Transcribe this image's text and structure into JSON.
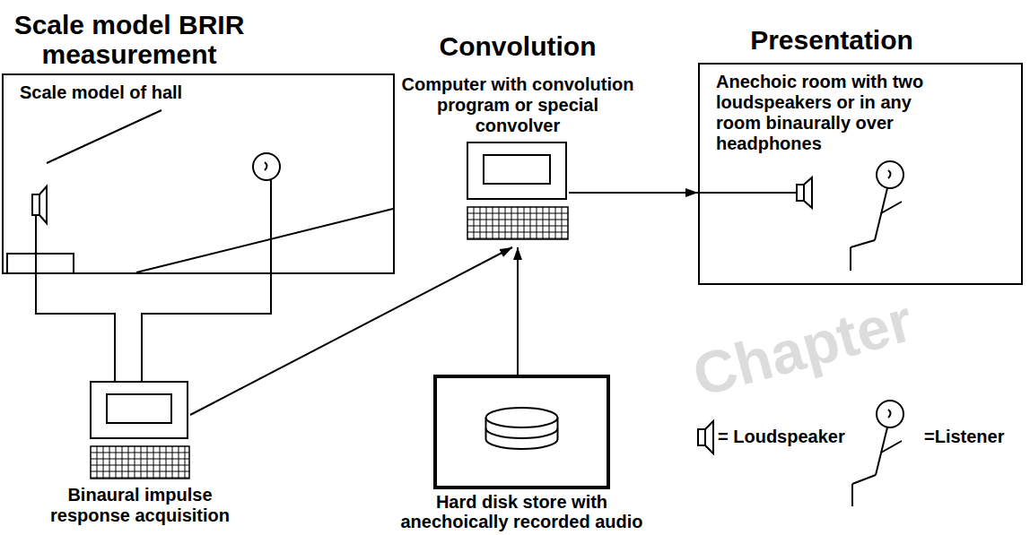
{
  "diagram": {
    "nodes": [
      {
        "text": [
          "Scale model BRIR measurement",
          "Scale model of hall"
        ]
      },
      {
        "text": [
          "Binaural impulse response acquisition"
        ]
      },
      {
        "text": [
          "Convolution",
          "Computer with convolution program or special convolver"
        ]
      },
      {
        "text": [
          "Hard disk store with anechoically recorded audio"
        ]
      },
      {
        "text": [
          "Presentation",
          "Anechoic room with two loudspeakers or in any room binaurally over headphones"
        ]
      }
    ],
    "edges": [
      {
        "from": 0,
        "to": 1,
        "arrow": "none"
      },
      {
        "from": 1,
        "to": 2,
        "arrow": "to"
      },
      {
        "from": 3,
        "to": 2,
        "arrow": "to"
      },
      {
        "from": 2,
        "to": 4,
        "arrow": "to"
      }
    ],
    "labels": [
      "Chapter"
    ],
    "legend": [
      {
        "text": "= Loudspeaker"
      },
      {
        "text": "=Listener"
      }
    ]
  }
}
